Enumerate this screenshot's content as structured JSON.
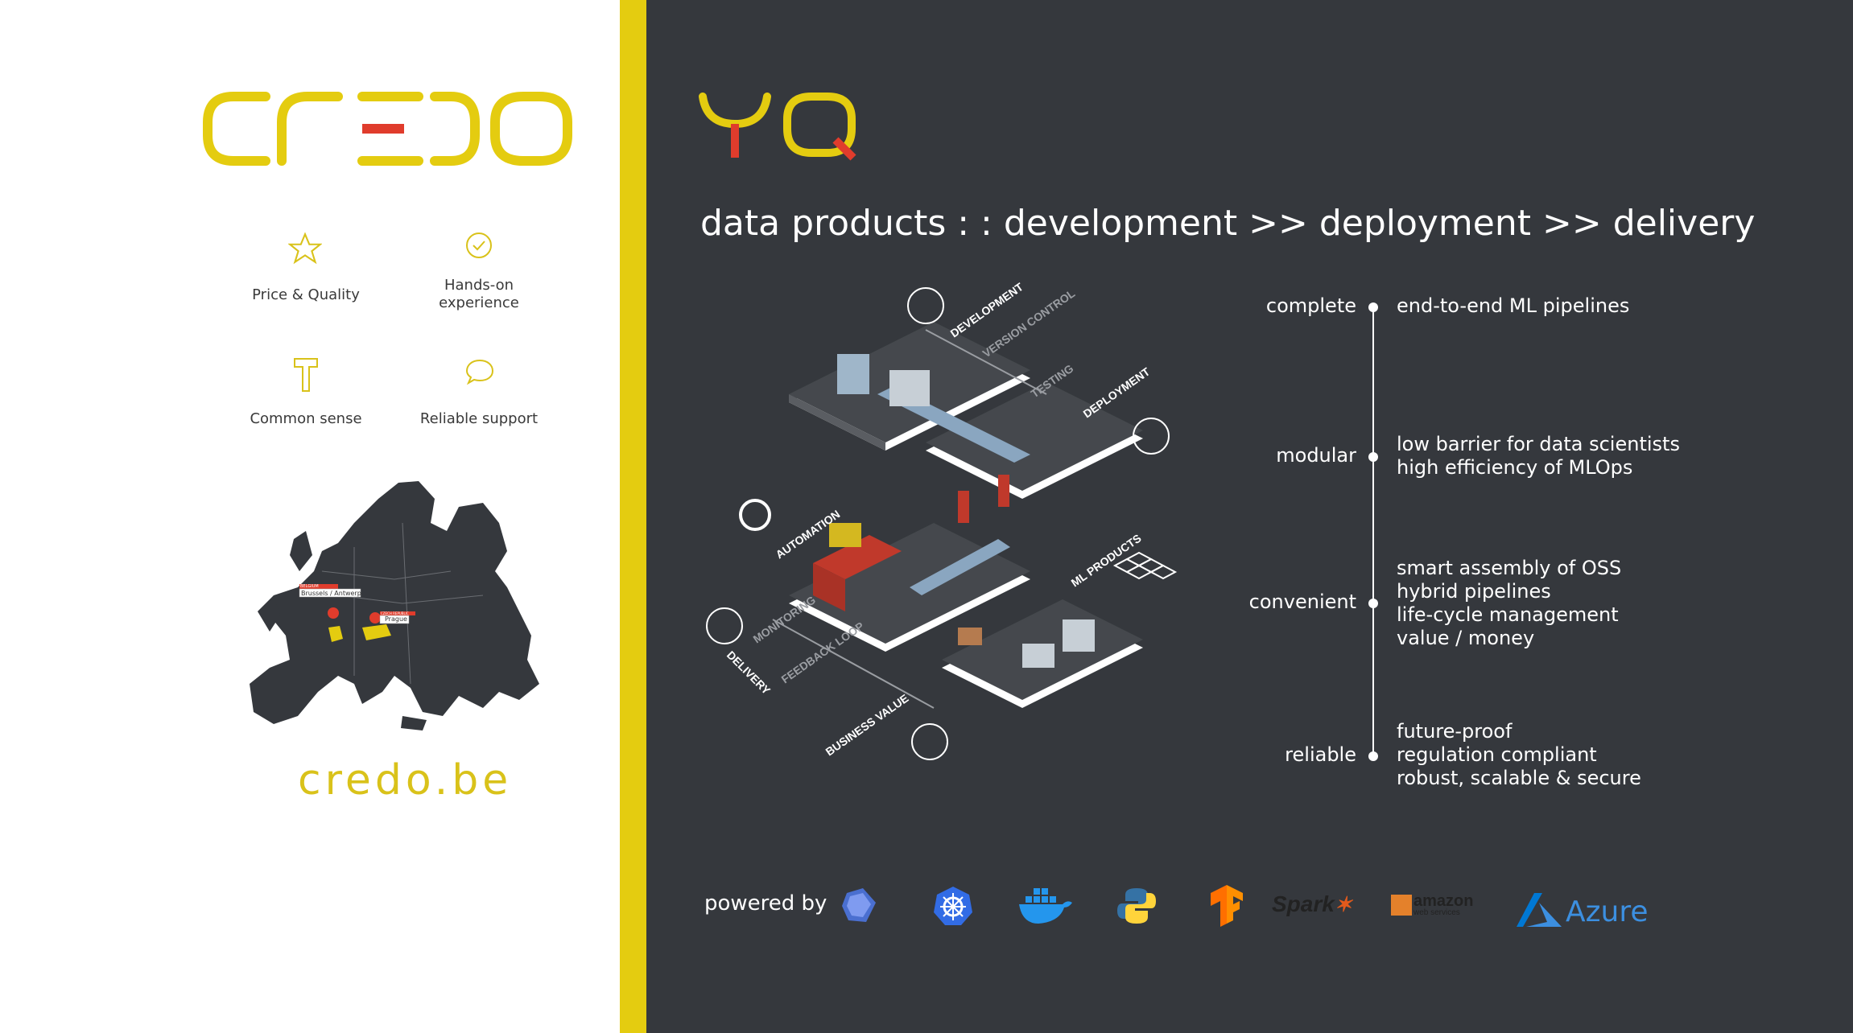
{
  "brand": {
    "logo_text": "CREDO",
    "website": "credo.be",
    "colors": {
      "yellow": "#e4cc10",
      "red": "#e03c2c",
      "dark": "#35383d"
    }
  },
  "features": [
    {
      "label": "Price & Quality",
      "icon": "star-icon"
    },
    {
      "label": "Hands-on\nexperience",
      "icon": "check-circle-icon"
    },
    {
      "label": "Common sense",
      "icon": "hammer-icon"
    },
    {
      "label": "Reliable support",
      "icon": "speech-bubble-icon"
    }
  ],
  "map": {
    "locations": [
      {
        "country": "BELGIUM",
        "city": "Brussels / Antwerp"
      },
      {
        "country": "CZECH REPUBLIC",
        "city": "Prague"
      }
    ]
  },
  "product": {
    "logo_text": "YQ",
    "headline": "data products : : development >> deployment >> delivery"
  },
  "illustration": {
    "labels": [
      "DEVELOPMENT",
      "VERSION CONTROL",
      "TESTING",
      "DEPLOYMENT",
      "AUTOMATION",
      "ML PRODUCTS",
      "DELIVERY",
      "MONITORING",
      "FEEDBACK LOOP",
      "BUSINESS VALUE"
    ]
  },
  "properties": [
    {
      "label": "complete",
      "desc": [
        "end-to-end ML pipelines"
      ]
    },
    {
      "label": "modular",
      "desc": [
        "low barrier for data scientists",
        "high efficiency of MLOps"
      ]
    },
    {
      "label": "convenient",
      "desc": [
        "smart assembly of OSS",
        "hybrid pipelines",
        "life-cycle management",
        "value / money"
      ]
    },
    {
      "label": "reliable",
      "desc": [
        "future-proof",
        "regulation compliant",
        "robust, scalable & secure"
      ]
    }
  ],
  "powered": {
    "label": "powered by",
    "logos": [
      "kubeflow-icon",
      "kubernetes-icon",
      "docker-icon",
      "python-icon",
      "tensorflow-icon",
      "spark-icon",
      "aws-icon",
      "azure-icon"
    ],
    "spark_text": "Spark",
    "aws_text": "amazon",
    "aws_sub": "web services",
    "azure_text": "Azure"
  }
}
